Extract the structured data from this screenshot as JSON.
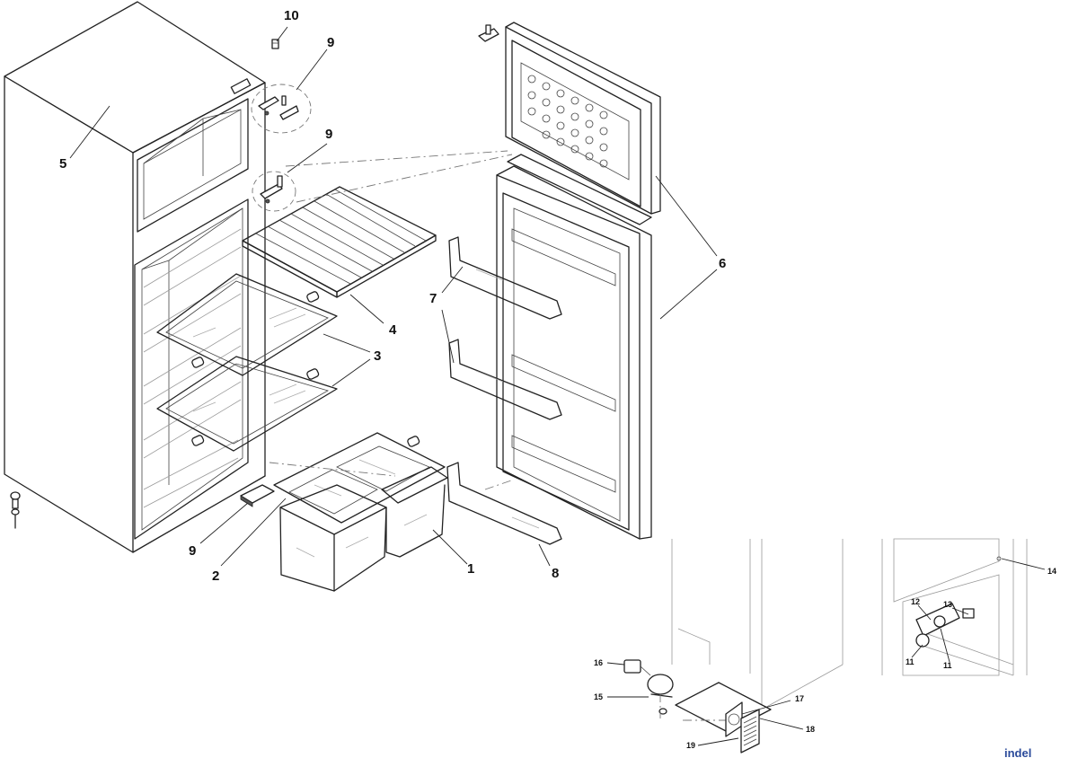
{
  "labels": {
    "l1": "1",
    "l2": "2",
    "l3": "3",
    "l4": "4",
    "l5": "5",
    "l6": "6",
    "l7": "7",
    "l8": "8",
    "l9a": "9",
    "l9b": "9",
    "l9c": "9",
    "l10": "10",
    "l11a": "11",
    "l11b": "11",
    "l12": "12",
    "l13": "13",
    "l14": "14",
    "l15": "15",
    "l16": "16",
    "l17": "17",
    "l18": "18",
    "l19": "19"
  },
  "brand": "indel"
}
